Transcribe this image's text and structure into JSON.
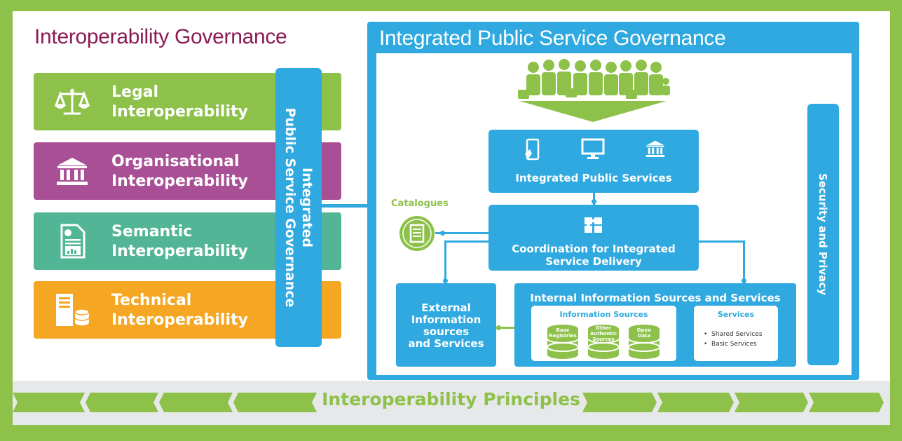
{
  "left_title": "Interoperability Governance",
  "layers": [
    {
      "line1": "Legal",
      "line2": "Interoperability",
      "color": "#8dc14a",
      "icon": "scales-icon"
    },
    {
      "line1": "Organisational",
      "line2": "Interoperability",
      "color": "#a94f96",
      "icon": "institution-icon"
    },
    {
      "line1": "Semantic",
      "line2": "Interoperability",
      "color": "#51b596",
      "icon": "document-chart-icon"
    },
    {
      "line1": "Technical",
      "line2": "Interoperability",
      "color": "#f5a623",
      "icon": "server-database-icon"
    }
  ],
  "vertical_bar": {
    "line1": "Integrated",
    "line2": "Public Service Governance"
  },
  "ipsg_title": "Integrated Public Service Governance",
  "integrated_services": {
    "label": "Integrated Public Services",
    "icons": [
      "mobile-icon",
      "monitor-icon",
      "institution-icon"
    ]
  },
  "coordination": {
    "line1": "Coordination for Integrated",
    "line2": "Service Delivery",
    "icon": "puzzle-icon"
  },
  "catalogues": {
    "label": "Catalogues",
    "icon": "catalogue-icon"
  },
  "external": {
    "line1": "External",
    "line2": "Information",
    "line3": "sources",
    "line4": "and Services"
  },
  "internal": {
    "title": "Internal Information Sources and Services",
    "info_sources_title": "Information Sources",
    "sources": [
      {
        "line1": "Base",
        "line2": "Registries",
        "line3": ""
      },
      {
        "line1": "Other",
        "line2": "Authentic",
        "line3": "Sources"
      },
      {
        "line1": "Open",
        "line2": "Data",
        "line3": ""
      }
    ],
    "services_title": "Services",
    "services": [
      "Shared Services",
      "Basic Services"
    ]
  },
  "security": "Security and Privacy",
  "principles": "Interoperability Principles",
  "colors": {
    "blue": "#2fa9df",
    "green": "#8dc14a",
    "dark_blue": "#1b79bd",
    "dark_green": "#5d9a2f",
    "title_purple": "#8a1c55"
  }
}
